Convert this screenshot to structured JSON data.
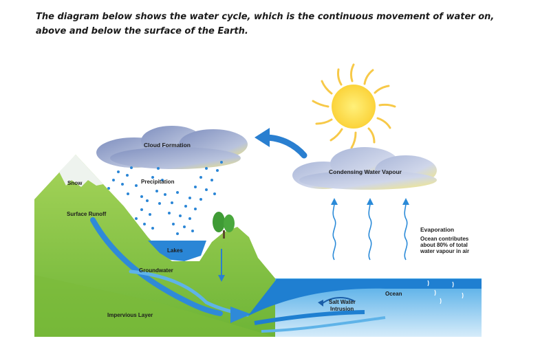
{
  "intro": "The diagram below shows the water cycle, which is the continuous movement of water on, above and below the surface of the Earth.",
  "labels": {
    "cloud_formation": "Cloud Formation",
    "precipitation": "Precipitation",
    "snow": "Snow",
    "surface_runoff": "Surface Runoff",
    "lakes": "Lakes",
    "groundwater": "Groundwater",
    "impervious_layer": "Impervious Layer",
    "condensing_water_vapour": "Condensing Water Vapour",
    "evaporation": "Evaporation",
    "evaporation_note": [
      "Ocean contributes",
      "about 80% of total",
      "water vapour in air"
    ],
    "ocean": "Ocean",
    "salt_water_intrusion": [
      "Salt Water",
      "Intrusion"
    ]
  },
  "colors": {
    "land": "#8cc63f",
    "land_dark": "#6aab2e",
    "water": "#1f7fd1",
    "water_light": "#5fb3e8",
    "cloud": "#9aa8c7",
    "sun": "#fde24f",
    "tree": "#3f9b35"
  }
}
